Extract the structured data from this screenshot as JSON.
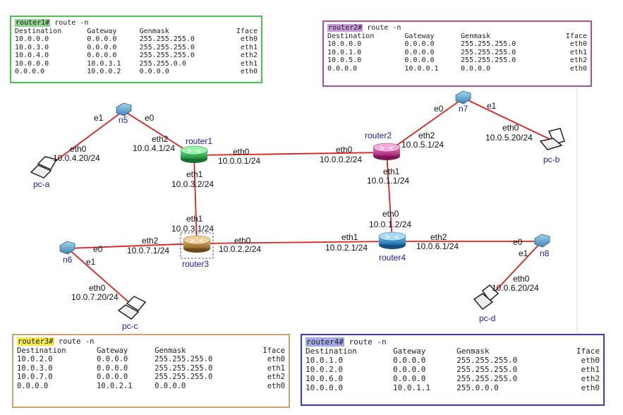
{
  "route_tables": {
    "router1": {
      "prompt": "router1#",
      "command": " route -n",
      "prompt_color": "#8fd08f",
      "headers": [
        "Destination",
        "Gateway",
        "Genmask",
        "Iface"
      ],
      "rows": [
        [
          "10.0.0.0",
          "0.0.0.0",
          "255.255.255.0",
          "eth0"
        ],
        [
          "10.0.3.0",
          "0.0.0.0",
          "255.255.255.0",
          "eth1"
        ],
        [
          "10.0.4.0",
          "0.0.0.0",
          "255.255.255.0",
          "eth2"
        ],
        [
          "10.0.0.0",
          "10.0.3.1",
          "255.255.0.0",
          "eth1"
        ],
        [
          "0.0.0.0",
          "10.0.0.2",
          "0.0.0.0",
          "eth0"
        ]
      ]
    },
    "router2": {
      "prompt": "router2#",
      "command": " route -n",
      "prompt_color": "#c89ad8",
      "headers": [
        "Destination",
        "Gateway",
        "Genmask",
        "Iface"
      ],
      "rows": [
        [
          "10.0.0.0",
          "0.0.0.0",
          "255.255.255.0",
          "eth0"
        ],
        [
          "10.0.1.0",
          "0.0.0.0",
          "255.255.255.0",
          "eth1"
        ],
        [
          "10.0.5.0",
          "0.0.0.0",
          "255.255.255.0",
          "eth2"
        ],
        [
          "0.0.0.0",
          "10.0.0.1",
          "0.0.0.0",
          "eth0"
        ]
      ]
    },
    "router3": {
      "prompt": "router3#",
      "command": " route -n",
      "prompt_color": "#f2ea4a",
      "headers": [
        "Destination",
        "Gateway",
        "Genmask",
        "Iface"
      ],
      "rows": [
        [
          "10.0.2.0",
          "0.0.0.0",
          "255.255.255.0",
          "eth0"
        ],
        [
          "10.0.3.0",
          "0.0.0.0",
          "255.255.255.0",
          "eth1"
        ],
        [
          "10.0.7.0",
          "0.0.0.0",
          "255.255.255.0",
          "eth2"
        ],
        [
          "0.0.0.0",
          "10.0.2.1",
          "0.0.0.0",
          "eth0"
        ]
      ]
    },
    "router4": {
      "prompt": "router4#",
      "command": " route -n",
      "prompt_color": "#a8a8e8",
      "headers": [
        "Destination",
        "Gateway",
        "Genmask",
        "Iface"
      ],
      "rows": [
        [
          "10.0.1.0",
          "0.0.0.0",
          "255.255.255.0",
          "eth0"
        ],
        [
          "10.0.2.0",
          "0.0.0.0",
          "255.255.255.0",
          "eth1"
        ],
        [
          "10.0.6.0",
          "0.0.0.0",
          "255.255.255.0",
          "eth2"
        ],
        [
          "10.0.0.0",
          "10.0.1.1",
          "255.0.0.0",
          "eth0"
        ]
      ]
    }
  },
  "topology": {
    "nodes": {
      "router1": {
        "name": "router1",
        "kind": "router",
        "color": "#2aa84a"
      },
      "router2": {
        "name": "router2",
        "kind": "router",
        "color": "#c0308a"
      },
      "router3": {
        "name": "router3",
        "kind": "router",
        "color": "#b8863e"
      },
      "router4": {
        "name": "router4",
        "kind": "router",
        "color": "#2c86c8"
      },
      "n5": {
        "name": "n5",
        "kind": "switch"
      },
      "n6": {
        "name": "n6",
        "kind": "switch"
      },
      "n7": {
        "name": "n7",
        "kind": "switch"
      },
      "n8": {
        "name": "n8",
        "kind": "switch"
      },
      "pc-a": {
        "name": "pc-a",
        "kind": "pc"
      },
      "pc-b": {
        "name": "pc-b",
        "kind": "pc"
      },
      "pc-c": {
        "name": "pc-c",
        "kind": "pc"
      },
      "pc-d": {
        "name": "pc-d",
        "kind": "pc"
      }
    },
    "link_color": "#e02020",
    "labels": {
      "n5_e1": "e1",
      "n5_e0": "e0",
      "pca_eth0": "eth0",
      "pca_ip": "10.0.4.20/24",
      "r1_eth2": "eth2",
      "r1_eth2_ip": "10.0.4.1/24",
      "r1_eth0": "eth0",
      "r1_eth0_ip": "10.0.0.1/24",
      "r1_eth1": "eth1",
      "r1_eth1_ip": "10.0.3.2/24",
      "r2_eth0": "eth0",
      "r2_eth0_ip": "10.0.0.2/24",
      "r2_eth2": "eth2",
      "r2_eth2_ip": "10.0.5.1/24",
      "r2_eth1": "eth1",
      "r2_eth1_ip": "10.0.1.1/24",
      "n7_e0": "e0",
      "n7_e1": "e1",
      "pcb_eth0": "eth0",
      "pcb_ip": "10.0.5.20/24",
      "r3_eth1": "eth1",
      "r3_eth1_ip": "10.0.3.1/24",
      "r3_eth2": "eth2",
      "r3_eth2_ip": "10.0.7.1/24",
      "r3_eth0": "eth0",
      "r3_eth0_ip": "10.0.2.2/24",
      "n6_e0": "e0",
      "n6_e1": "e1",
      "pcc_eth0": "eth0",
      "pcc_ip": "10.0.7.20/24",
      "r4_eth0": "eth0",
      "r4_eth0_ip": "10.0.1.2/24",
      "r4_eth1": "eth1",
      "r4_eth1_ip": "10.0.2.1/24",
      "r4_eth2": "eth2",
      "r4_eth2_ip": "10.0.6.1/24",
      "n8_e0": "e0",
      "n8_e1": "e1",
      "pcd_eth0": "eth0",
      "pcd_ip": "10.0.6.20/24"
    }
  }
}
